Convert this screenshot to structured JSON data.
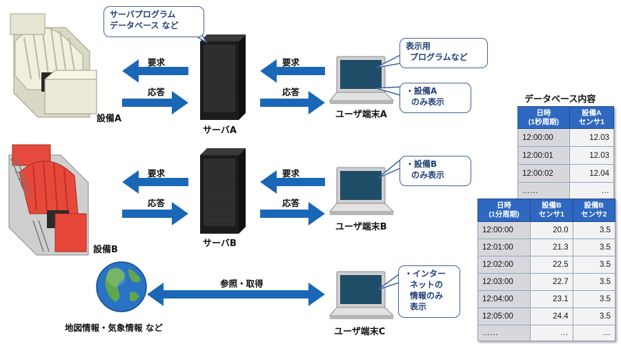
{
  "colors": {
    "arrow": "#1a67b8",
    "table_header": "#2f68c0",
    "callout_border": "#3a5f96",
    "screen": "#1f4c66"
  },
  "callouts": {
    "server": [
      "サーバプログラム",
      "データベース など"
    ],
    "display_program": [
      "表示用",
      "プログラムなど"
    ],
    "equip_a_only": [
      "・設備A",
      "のみ表示"
    ],
    "equip_b_only": [
      "・設備B",
      "のみ表示"
    ],
    "internet_only": [
      "・インター",
      "ネットの",
      "情報のみ",
      "表示"
    ]
  },
  "labels": {
    "equipment_a": "設備A",
    "equipment_b": "設備B",
    "server_a": "サーバA",
    "server_b": "サーバB",
    "terminal_a": "ユーザ端末A",
    "terminal_b": "ユーザ端末B",
    "terminal_c": "ユーザ端末C",
    "globe": "地図情報・気象情報 など"
  },
  "arrows": {
    "request": "要求",
    "response": "応答",
    "reference": "参照・取得"
  },
  "icons": [
    "turbine-a-icon",
    "turbine-b-icon",
    "server-rack-icon",
    "laptop-icon",
    "globe-icon"
  ],
  "db_a": {
    "title": "データベース内容",
    "headers": [
      "日時\n(1秒周期)",
      "設備A\nセンサ1"
    ],
    "rows": [
      [
        "12:00:00",
        "12.03"
      ],
      [
        "12:00:01",
        "12.03"
      ],
      [
        "12:00:02",
        "12.04"
      ],
      [
        "……",
        "…"
      ]
    ]
  },
  "db_b": {
    "headers": [
      "日時\n(1分周期)",
      "設備B\nセンサ1",
      "設備B\nセンサ2"
    ],
    "rows": [
      [
        "12:00:00",
        "20.0",
        "3.5"
      ],
      [
        "12:01:00",
        "21.3",
        "3.5"
      ],
      [
        "12:02:00",
        "22.5",
        "3.5"
      ],
      [
        "12:03:00",
        "22.7",
        "3.5"
      ],
      [
        "12:04:00",
        "23.1",
        "3.5"
      ],
      [
        "12:05:00",
        "24.4",
        "3.5"
      ],
      [
        "……",
        "…",
        "…"
      ]
    ]
  }
}
